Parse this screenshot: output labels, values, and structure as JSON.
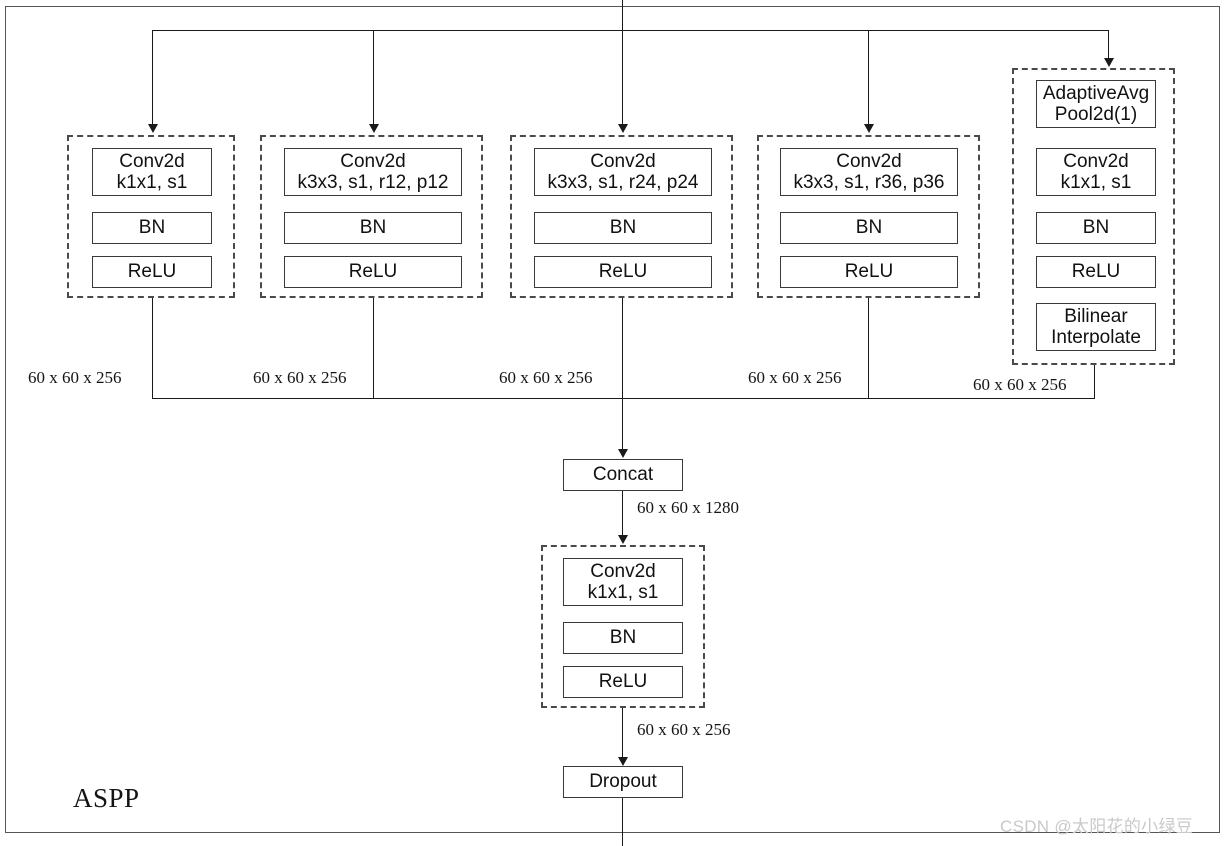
{
  "diagram": {
    "title": "ASPP",
    "watermark": "CSDN @太阳花的小绿豆"
  },
  "branches": [
    {
      "id": "branch-1",
      "ops": [
        {
          "name": "conv2d",
          "label": "Conv2d\nk1x1, s1"
        },
        {
          "name": "batchnorm",
          "label": "BN"
        },
        {
          "name": "relu",
          "label": "ReLU"
        }
      ],
      "output_shape": "60 x 60 x 256"
    },
    {
      "id": "branch-2",
      "ops": [
        {
          "name": "conv2d",
          "label": "Conv2d\nk3x3, s1, r12, p12"
        },
        {
          "name": "batchnorm",
          "label": "BN"
        },
        {
          "name": "relu",
          "label": "ReLU"
        }
      ],
      "output_shape": "60 x 60 x 256"
    },
    {
      "id": "branch-3",
      "ops": [
        {
          "name": "conv2d",
          "label": "Conv2d\nk3x3, s1, r24, p24"
        },
        {
          "name": "batchnorm",
          "label": "BN"
        },
        {
          "name": "relu",
          "label": "ReLU"
        }
      ],
      "output_shape": "60 x 60 x 256"
    },
    {
      "id": "branch-4",
      "ops": [
        {
          "name": "conv2d",
          "label": "Conv2d\nk3x3, s1, r36, p36"
        },
        {
          "name": "batchnorm",
          "label": "BN"
        },
        {
          "name": "relu",
          "label": "ReLU"
        }
      ],
      "output_shape": "60 x 60 x 256"
    },
    {
      "id": "branch-5-pooling",
      "ops": [
        {
          "name": "adaptive-avg-pool",
          "label": "AdaptiveAvg\nPool2d(1)"
        },
        {
          "name": "conv2d",
          "label": "Conv2d\nk1x1, s1"
        },
        {
          "name": "batchnorm",
          "label": "BN"
        },
        {
          "name": "relu",
          "label": "ReLU"
        },
        {
          "name": "bilinear-interpolate",
          "label": "Bilinear\nInterpolate"
        }
      ],
      "output_shape": "60 x 60 x 256"
    }
  ],
  "merge": {
    "concat_label": "Concat",
    "concat_output_shape": "60 x 60 x 1280"
  },
  "projection": {
    "ops": [
      {
        "name": "conv2d",
        "label": "Conv2d\nk1x1, s1"
      },
      {
        "name": "batchnorm",
        "label": "BN"
      },
      {
        "name": "relu",
        "label": "ReLU"
      }
    ],
    "output_shape": "60 x 60 x 256"
  },
  "tail": {
    "dropout_label": "Dropout"
  }
}
